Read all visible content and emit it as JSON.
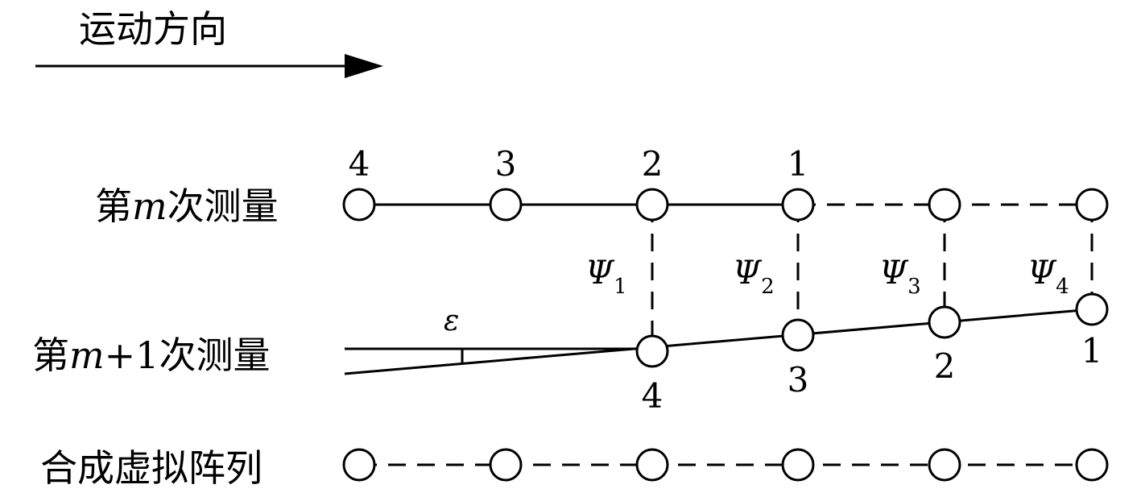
{
  "direction_label": "运动方向",
  "rows": {
    "m": {
      "pre": "第",
      "var": "m",
      "post": "次测量"
    },
    "m1": {
      "pre": "第",
      "var": "m",
      "plus": "+1",
      "post": "次测量"
    },
    "synthetic": {
      "label": "合成虚拟阵列"
    }
  },
  "row_m_numbers": [
    "4",
    "3",
    "2",
    "1"
  ],
  "row_m1_numbers": [
    "4",
    "3",
    "2",
    "1"
  ],
  "psi": [
    {
      "sym": "Ψ",
      "sub": "1"
    },
    {
      "sym": "Ψ",
      "sub": "2"
    },
    {
      "sym": "Ψ",
      "sub": "3"
    },
    {
      "sym": "Ψ",
      "sub": "4"
    }
  ],
  "epsilon": "ε"
}
